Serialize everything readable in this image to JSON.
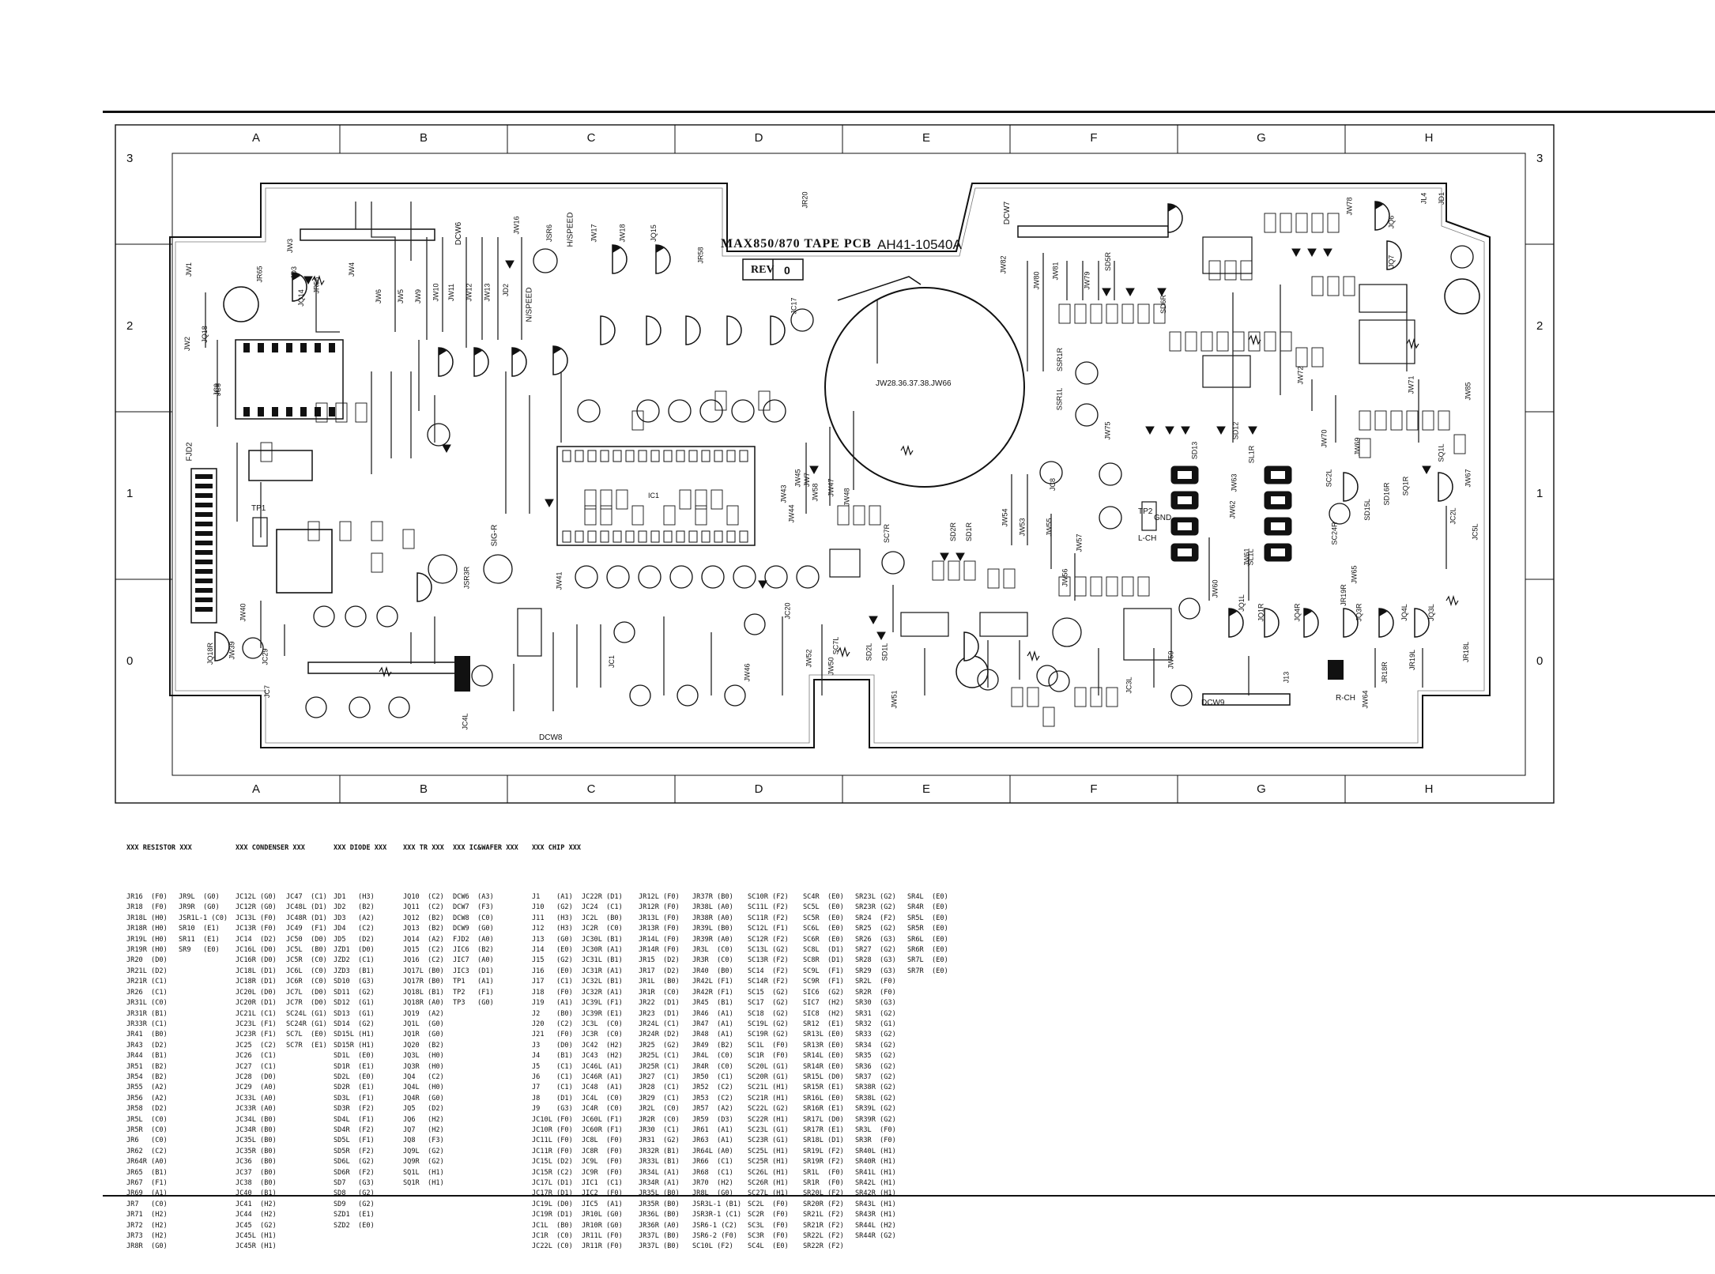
{
  "board": {
    "title": "MAX850/870 TAPE PCB",
    "part_no": "AH41-10540A",
    "rev_label": "REV",
    "rev_value": "0",
    "center_label": "JW28.36.37.38.JW66",
    "labels": {
      "fjd2": "FJD2",
      "dcw6": "DCW6",
      "dcw7": "DCW7",
      "dcw8": "DCW8",
      "dcw9": "DCW9",
      "tp1": "TP1",
      "tp2": "TP2",
      "gnd": "GND",
      "lch": "L-CH",
      "rch": "R-CH",
      "hspeed": "H/SPEED",
      "nspeed": "N/SPEED",
      "jw1": "JW1",
      "jw2": "JW2",
      "jr65": "JR65",
      "jq18": "JQ18",
      "jc9": "JC9",
      "jw39": "JW39",
      "jq18r": "JQ18R",
      "jc29": "JC29",
      "jw40": "JW40",
      "jd3": "JD3",
      "jq14": "JQ14",
      "jr56": "JR56",
      "jw3": "JW3",
      "jw4": "JW4",
      "jw6": "JW6",
      "jw5": "JW5",
      "jw9": "JW9",
      "jw10": "JW10",
      "jw11": "JW11",
      "jw12": "JW12",
      "jw13": "JW13",
      "jd2": "JD2",
      "jw16": "JW16",
      "jsr6": "JSR6",
      "jw17": "JW17",
      "jw18": "JW18",
      "jq15": "JQ15",
      "jr58": "JR58",
      "jc17": "JC17",
      "jw19": "JW19",
      "jw7": "JW7",
      "sig": "SIG-R",
      "jw47": "JW47",
      "jw58": "JW58",
      "jw48": "JW48",
      "jw51": "JW51",
      "jw53": "JW53",
      "jw55": "JW55",
      "jw56": "JW56",
      "jw57": "JW57",
      "jw59": "JW59",
      "jw60": "JW60",
      "jw61": "JW61",
      "jw62": "JW62",
      "jw63": "JW63",
      "jw64": "JW64",
      "jw65": "JW65",
      "jw67": "JW67",
      "jw69": "JW69",
      "jw70": "JW70",
      "jw71": "JW71",
      "jw72": "JW72",
      "jw75": "JW75",
      "jw78": "JW78",
      "jw79": "JW79",
      "jw80": "JW80",
      "jw81": "JW81",
      "jw82": "JW82",
      "jw85": "JW85",
      "ssr1r": "SSR1R",
      "ssr1l": "SSR1L",
      "sc7r": "SC7R",
      "sc7l": "SC7L",
      "sd2r": "SD2R",
      "sd1r": "SD1R",
      "sd2l": "SD2L",
      "sd1l": "SD1L",
      "sd13": "SD13",
      "sd12": "SD12",
      "sd5r": "SD5R",
      "sd6r": "SD6R",
      "sd15l": "SD15L",
      "sd16r": "SD16R",
      "sq1r": "SQ1R",
      "sq1l": "SQ1L",
      "sc2l": "SC2L",
      "sc24r": "SC24R",
      "sl1r": "SL1R",
      "sl1l": "SL1L",
      "jc2l": "JC2L",
      "jc3l": "JC3L",
      "jc4l": "JC4L",
      "jc5l": "JC5L",
      "jq1l": "JQ1L",
      "jq1r": "JQ1R",
      "jc1": "JC1",
      "jc6": "JC6",
      "jc7": "JC7",
      "jc8": "JC8",
      "jsr3r": "JSR3R",
      "jc20": "JC20",
      "jw41": "JW41",
      "jw43": "JW43",
      "jw44": "JW44",
      "jw45": "JW45",
      "jw46": "JW46",
      "jw50": "JW50",
      "jw52": "JW52",
      "jw54": "JW54",
      "jr18r": "JR18R",
      "jr18l": "JR18L",
      "jq3r": "JQ3R",
      "jq3l": "JQ3L",
      "jq4r": "JQ4R",
      "jq4l": "JQ4L",
      "jr19r": "JR19R",
      "jr19l": "JR19L",
      "j13": "J13",
      "jd1": "JD1",
      "jl4": "JL4",
      "jq6": "JQ6",
      "jq7": "JQ7",
      "jr20": "JR20",
      "ic": "IC1"
    }
  },
  "grid": {
    "columns": [
      "A",
      "B",
      "C",
      "D",
      "E",
      "F",
      "G",
      "H"
    ],
    "rows_left": [
      "3",
      "2",
      "1",
      "0"
    ],
    "rows_right": [
      "3",
      "2",
      "1",
      "0"
    ]
  },
  "legend": {
    "resistor_title": "XXX RESISTOR XXX",
    "condenser_title": "XXX CONDENSER XXX",
    "diode_title": "XXX DIODE XXX",
    "tr_title": "XXX TR XXX",
    "icwafer_title": "XXX IC&WAFER XXX",
    "chip_title": "XXX CHIP XXX",
    "col1": [
      "JR16  (F0)",
      "JR18  (F0)",
      "JR18L (H0)",
      "JR18R (H0)",
      "JR19L (H0)",
      "JR19R (H0)",
      "JR20  (D0)",
      "JR21L (D2)",
      "JR21R (C1)",
      "JR26  (C1)",
      "JR31L (C0)",
      "JR31R (B1)",
      "JR33R (C1)",
      "JR41  (B0)",
      "JR43  (D2)",
      "JR44  (B1)",
      "JR51  (B2)",
      "JR54  (B2)",
      "JR55  (A2)",
      "JR56  (A2)",
      "JR58  (D2)",
      "JR5L  (C0)",
      "JR5R  (C0)",
      "JR6   (C0)",
      "JR62  (C2)",
      "JR64R (A0)",
      "JR65  (B1)",
      "JR67  (F1)",
      "JR69  (A1)",
      "JR7   (C0)",
      "JR71  (H2)",
      "JR72  (H2)",
      "JR73  (H2)",
      "JR8R  (G0)"
    ],
    "col2": [
      "JR9L  (G0)",
      "JR9R  (G0)",
      "JSR1L-1 (C0)",
      "SR10  (E1)",
      "SR11  (E1)",
      "SR9   (E0)"
    ],
    "col3": [
      "JC12L (G0)",
      "JC12R (G0)",
      "JC13L (F0)",
      "JC13R (F0)",
      "JC14  (D2)",
      "JC16L (D0)",
      "JC16R (D0)",
      "JC18L (D1)",
      "JC18R (D1)",
      "JC20L (D0)",
      "JC20R (D1)",
      "JC21L (C1)",
      "JC23L (F1)",
      "JC23R (F1)",
      "JC25  (C2)",
      "JC26  (C1)",
      "JC27  (C1)",
      "JC28  (D0)",
      "JC29  (A0)",
      "JC33L (A0)",
      "JC33R (A0)",
      "JC34L (B0)",
      "JC34R (B0)",
      "JC35L (B0)",
      "JC35R (B0)",
      "JC36  (B0)",
      "JC37  (B0)",
      "JC38  (B0)",
      "JC40  (B1)",
      "JC41  (H2)",
      "JC44  (H2)",
      "JC45  (G2)",
      "JC45L (H1)",
      "JC45R (H1)"
    ],
    "col4": [
      "JC47  (C1)",
      "JC48L (D1)",
      "JC48R (D1)",
      "JC49  (F1)",
      "JC50  (D0)",
      "JC5L  (B0)",
      "JC5R  (C0)",
      "JC6L  (C0)",
      "JC6R  (C0)",
      "JC7L  (D0)",
      "JC7R  (D0)",
      "SC24L (G1)",
      "SC24R (G1)",
      "SC7L  (E0)",
      "SC7R  (E1)"
    ],
    "col5": [
      "JD1   (H3)",
      "JD2   (B2)",
      "JD3   (A2)",
      "JD4   (C2)",
      "JD5   (D2)",
      "JZD1  (D0)",
      "JZD2  (C1)",
      "JZD3  (B1)",
      "SD10  (G3)",
      "SD11  (G2)",
      "SD12  (G1)",
      "SD13  (G1)",
      "SD14  (G2)",
      "SD15L (H1)",
      "SD15R (H1)",
      "SD1L  (E0)",
      "SD1R  (E1)",
      "SD2L  (E0)",
      "SD2R  (E1)",
      "SD3L  (F1)",
      "SD3R  (F2)",
      "SD4L  (F1)",
      "SD4R  (F2)",
      "SD5L  (F1)",
      "SD5R  (F2)",
      "SD6L  (G2)",
      "SD6R  (F2)",
      "SD7   (G3)",
      "SD8   (G2)",
      "SD9   (G2)",
      "SZD1  (E1)",
      "SZD2  (E0)"
    ],
    "col6": [
      "JQ10  (C2)",
      "JQ11  (C2)",
      "JQ12  (B2)",
      "JQ13  (B2)",
      "JQ14  (A2)",
      "JQ15  (C2)",
      "JQ16  (C2)",
      "JQ17L (B0)",
      "JQ17R (B0)",
      "JQ18L (B1)",
      "JQ18R (A0)",
      "JQ19  (A2)",
      "JQ1L  (G0)",
      "JQ1R  (G0)",
      "JQ20  (B2)",
      "JQ3L  (H0)",
      "JQ3R  (H0)",
      "JQ4   (C2)",
      "JQ4L  (H0)",
      "JQ4R  (G0)",
      "JQ5   (D2)",
      "JQ6   (H2)",
      "JQ7   (H2)",
      "JQ8   (F3)",
      "JQ9L  (G2)",
      "JQ9R  (G2)",
      "SQ1L  (H1)",
      "SQ1R  (H1)"
    ],
    "col7": [
      "DCW6  (A3)",
      "DCW7  (F3)",
      "DCW8  (C0)",
      "DCW9  (G0)",
      "FJD2  (A0)",
      "JIC6  (B2)",
      "JIC7  (A0)",
      "JIC3  (D1)",
      "TP1   (A1)",
      "TP2   (F1)",
      "TP3   (G0)"
    ],
    "col8": [
      "J1    (A1)",
      "J10   (G2)",
      "J11   (H3)",
      "J12   (H3)",
      "J13   (G0)",
      "J14   (E0)",
      "J15   (G2)",
      "J16   (E0)",
      "J17   (C1)",
      "J18   (F0)",
      "J19   (A1)",
      "J2    (B0)",
      "J20   (C2)",
      "J21   (F0)",
      "J3    (D0)",
      "J4    (B1)",
      "J5    (C1)",
      "J6    (C1)",
      "J7    (C1)",
      "J8    (D1)",
      "J9    (G3)",
      "JC10L (F0)",
      "JC10R (F0)",
      "JC11L (F0)",
      "JC11R (F0)",
      "JC15L (D2)",
      "JC15R (C2)",
      "JC17L (D1)",
      "JC17R (D1)",
      "JC19L (D0)",
      "JC19R (D1)",
      "JC1L  (B0)",
      "JC1R  (C0)",
      "JC22L (C0)"
    ],
    "col9": [
      "JC22R (D1)",
      "JC24  (C1)",
      "JC2L  (B0)",
      "JC2R  (C0)",
      "JC30L (B1)",
      "JC30R (A1)",
      "JC31L (B1)",
      "JC31R (A1)",
      "JC32L (B1)",
      "JC32R (A1)",
      "JC39L (F1)",
      "JC39R (E1)",
      "JC3L  (C0)",
      "JC3R  (C0)",
      "JC42  (H2)",
      "JC43  (H2)",
      "JC46L (A1)",
      "JC46R (A1)",
      "JC48  (A1)",
      "JC4L  (C0)",
      "JC4R  (C0)",
      "JC60L (F1)",
      "JC60R (F1)",
      "JC8L  (F0)",
      "JC8R  (F0)",
      "JC9L  (F0)",
      "JC9R  (F0)",
      "JIC1  (C1)",
      "JIC2  (F0)",
      "JIC5  (A1)",
      "JR10L (G0)",
      "JR10R (G0)",
      "JR11L (F0)",
      "JR11R (F0)"
    ],
    "col10": [
      "JR12L (F0)",
      "JR12R (F0)",
      "JR13L (F0)",
      "JR13R (F0)",
      "JR14L (F0)",
      "JR14R (F0)",
      "JR15  (D2)",
      "JR17  (D2)",
      "JR1L  (B0)",
      "JR1R  (C0)",
      "JR22  (D1)",
      "JR23  (D1)",
      "JR24L (C1)",
      "JR24R (D2)",
      "JR25  (G2)",
      "JR25L (C1)",
      "JR25R (C1)",
      "JR27  (C1)",
      "JR28  (C1)",
      "JR29  (C1)",
      "JR2L  (C0)",
      "JR2R  (C0)",
      "JR30  (C1)",
      "JR31  (G2)",
      "JR32R (B1)",
      "JR33L (B1)",
      "JR34L (A1)",
      "JR34R (A1)",
      "JR35L (B0)",
      "JR35R (B0)",
      "JR36L (B0)",
      "JR36R (A0)",
      "JR37L (B0)",
      "JR37L (B0)"
    ],
    "col11": [
      "JR37R (B0)",
      "JR38L (A0)",
      "JR38R (A0)",
      "JR39L (B0)",
      "JR39R (A0)",
      "JR3L  (C0)",
      "JR3R  (C0)",
      "JR40  (B0)",
      "JR42L (F1)",
      "JR42R (F1)",
      "JR45  (B1)",
      "JR46  (A1)",
      "JR47  (A1)",
      "JR48  (A1)",
      "JR49  (B2)",
      "JR4L  (C0)",
      "JR4R  (C0)",
      "JR50  (C1)",
      "JR52  (C2)",
      "JR53  (C2)",
      "JR57  (A2)",
      "JR59  (D3)",
      "JR61  (A1)",
      "JR63  (A1)",
      "JR64L (A0)",
      "JR66  (C1)",
      "JR68  (C1)",
      "JR70  (H2)",
      "JR8L  (G0)",
      "JSR3L-1 (B1)",
      "JSR3R-1 (C1)",
      "JSR6-1 (C2)",
      "JSR6-2 (F0)",
      "SC10L (F2)"
    ],
    "col12": [
      "SC10R (F2)",
      "SC11L (F2)",
      "SC11R (F2)",
      "SC12L (F1)",
      "SC12R (F2)",
      "SC13L (G2)",
      "SC13R (F2)",
      "SC14  (F2)",
      "SC14R (F2)",
      "SC15  (G2)",
      "SC17  (G2)",
      "SC18  (G2)",
      "SC19L (G2)",
      "SC19R (G2)",
      "SC1L  (F0)",
      "SC1R  (F0)",
      "SC20L (G1)",
      "SC20R (G1)",
      "SC21L (H1)",
      "SC21R (H1)",
      "SC22L (G2)",
      "SC22R (H1)",
      "SC23L (G1)",
      "SC23R (G1)",
      "SC25L (H1)",
      "SC25R (H1)",
      "SC26L (H1)",
      "SC26R (H1)",
      "SC27L (H1)",
      "SC2L  (F0)",
      "SC2R  (F0)",
      "SC3L  (F0)",
      "SC3R  (F0)",
      "SC4L  (E0)"
    ],
    "col13": [
      "SC4R  (E0)",
      "SC5L  (E0)",
      "SC5R  (E0)",
      "SC6L  (E0)",
      "SC6R  (E0)",
      "SC8L  (D1)",
      "SC8R  (D1)",
      "SC9L  (F1)",
      "SC9R  (F1)",
      "SIC6  (G2)",
      "SIC7  (H2)",
      "SIC8  (H2)",
      "SR12  (E1)",
      "SR13L (E0)",
      "SR13R (E0)",
      "SR14L (E0)",
      "SR14R (E0)",
      "SR15L (D0)",
      "SR15R (E1)",
      "SR16L (E0)",
      "SR16R (E1)",
      "SR17L (D0)",
      "SR17R (E1)",
      "SR18L (D1)",
      "SR19L (F2)",
      "SR19R (F2)",
      "SR1L  (F0)",
      "SR1R  (F0)",
      "SR20L (F2)",
      "SR20R (F2)",
      "SR21L (F2)",
      "SR21R (F2)",
      "SR22L (F2)",
      "SR22R (F2)"
    ],
    "col14": [
      "SR23L (G2)",
      "SR23R (G2)",
      "SR24  (F2)",
      "SR25  (G2)",
      "SR26  (G3)",
      "SR27  (G2)",
      "SR28  (G3)",
      "SR29  (G3)",
      "SR2L  (F0)",
      "SR2R  (F0)",
      "SR30  (G3)",
      "SR31  (G2)",
      "SR32  (G1)",
      "SR33  (G2)",
      "SR34  (G2)",
      "SR35  (G2)",
      "SR36  (G2)",
      "SR37  (G2)",
      "SR38R (G2)",
      "SR38L (G2)",
      "SR39L (G2)",
      "SR39R (G2)",
      "SR3L  (F0)",
      "SR3R  (F0)",
      "SR40L (H1)",
      "SR40R (H1)",
      "SR41L (H1)",
      "SR42L (H1)",
      "SR42R (H1)",
      "SR43L (H1)",
      "SR43R (H1)",
      "SR44L (H2)",
      "SR44R (G2)"
    ],
    "col15": [
      "SR4L  (E0)",
      "SR4R  (E0)",
      "SR5L  (E0)",
      "SR5R  (E0)",
      "SR6L  (E0)",
      "SR6R  (E0)",
      "SR7L  (E0)",
      "SR7R  (E0)"
    ]
  }
}
